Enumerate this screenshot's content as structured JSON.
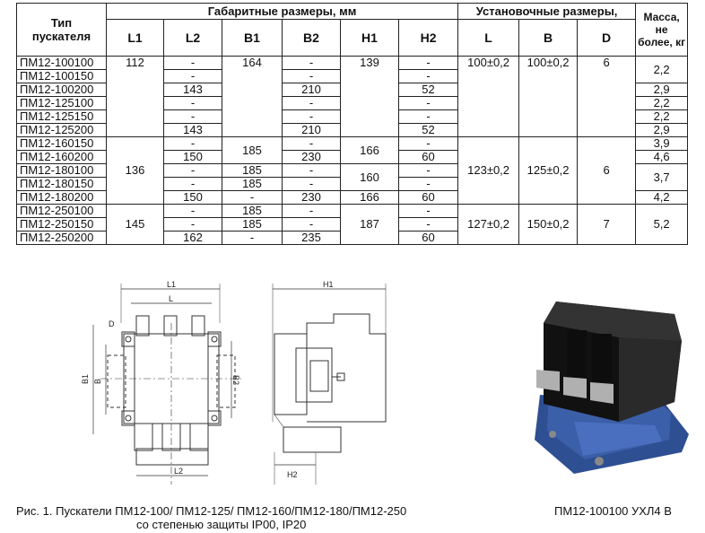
{
  "table": {
    "h_type": "Тип\nпускателя",
    "h_dims": "Габаритные размеры, мм",
    "h_mount": "Установочные размеры,",
    "h_mass": "Масса, не более, кг",
    "cols": [
      "L1",
      "L2",
      "B1",
      "B2",
      "H1",
      "H2",
      "L",
      "B",
      "D"
    ],
    "names": [
      "ПМ12-100100",
      "ПМ12-100150",
      "ПМ12-100200",
      "ПМ12-125100",
      "ПМ12-125150",
      "ПМ12-125200",
      "ПМ12-160150",
      "ПМ12-160200",
      "ПМ12-180100",
      "ПМ12-180150",
      "ПМ12-180200",
      "ПМ12-250100",
      "ПМ12-250150",
      "ПМ12-250200"
    ],
    "L1": [
      "112",
      "136",
      "145"
    ],
    "L2": [
      "-",
      "-",
      "143",
      "-",
      "-",
      "143",
      "-",
      "150",
      "-",
      "-",
      "150",
      "-",
      "-",
      "162"
    ],
    "B1": [
      "164",
      "185",
      "185",
      "185",
      "-",
      "185",
      "185",
      "-"
    ],
    "B2": [
      "-",
      "-",
      "210",
      "-",
      "-",
      "210",
      "-",
      "230",
      "-",
      "-",
      "230",
      "-",
      "-",
      "235"
    ],
    "H1": [
      "139",
      "166",
      "160",
      "166",
      "187"
    ],
    "H2": [
      "-",
      "-",
      "52",
      "-",
      "-",
      "52",
      "-",
      "60",
      "-",
      "-",
      "60",
      "-",
      "-",
      "60"
    ],
    "L": [
      "100±0,2",
      "123±0,2",
      "127±0,2"
    ],
    "B": [
      "100±0,2",
      "125±0,2",
      "150±0,2"
    ],
    "D": [
      "6",
      "6",
      "7"
    ],
    "mass": [
      "2,2",
      "2,9",
      "2,2",
      "2,2",
      "2,9",
      "3,9",
      "4,6",
      "3,7",
      "4,2",
      "5,2"
    ]
  },
  "drawing": {
    "labels": [
      "L1",
      "L",
      "D",
      "B1",
      "B",
      "B2",
      "L2",
      "H1",
      "H2"
    ]
  },
  "captions": {
    "line1": "Рис. 1.  Пускатели ПМ12-100/ ПМ12-125/ ПМ12-160/ПМ12-180/ПМ12-250",
    "line2": "со степенью защиты IP00, IP20",
    "photo": "ПМ12-100100 УХЛ4 В"
  },
  "colors": {
    "housing": "#1a1a1a",
    "base": "#3b5fa8",
    "terminal": "#b0b0b0"
  }
}
